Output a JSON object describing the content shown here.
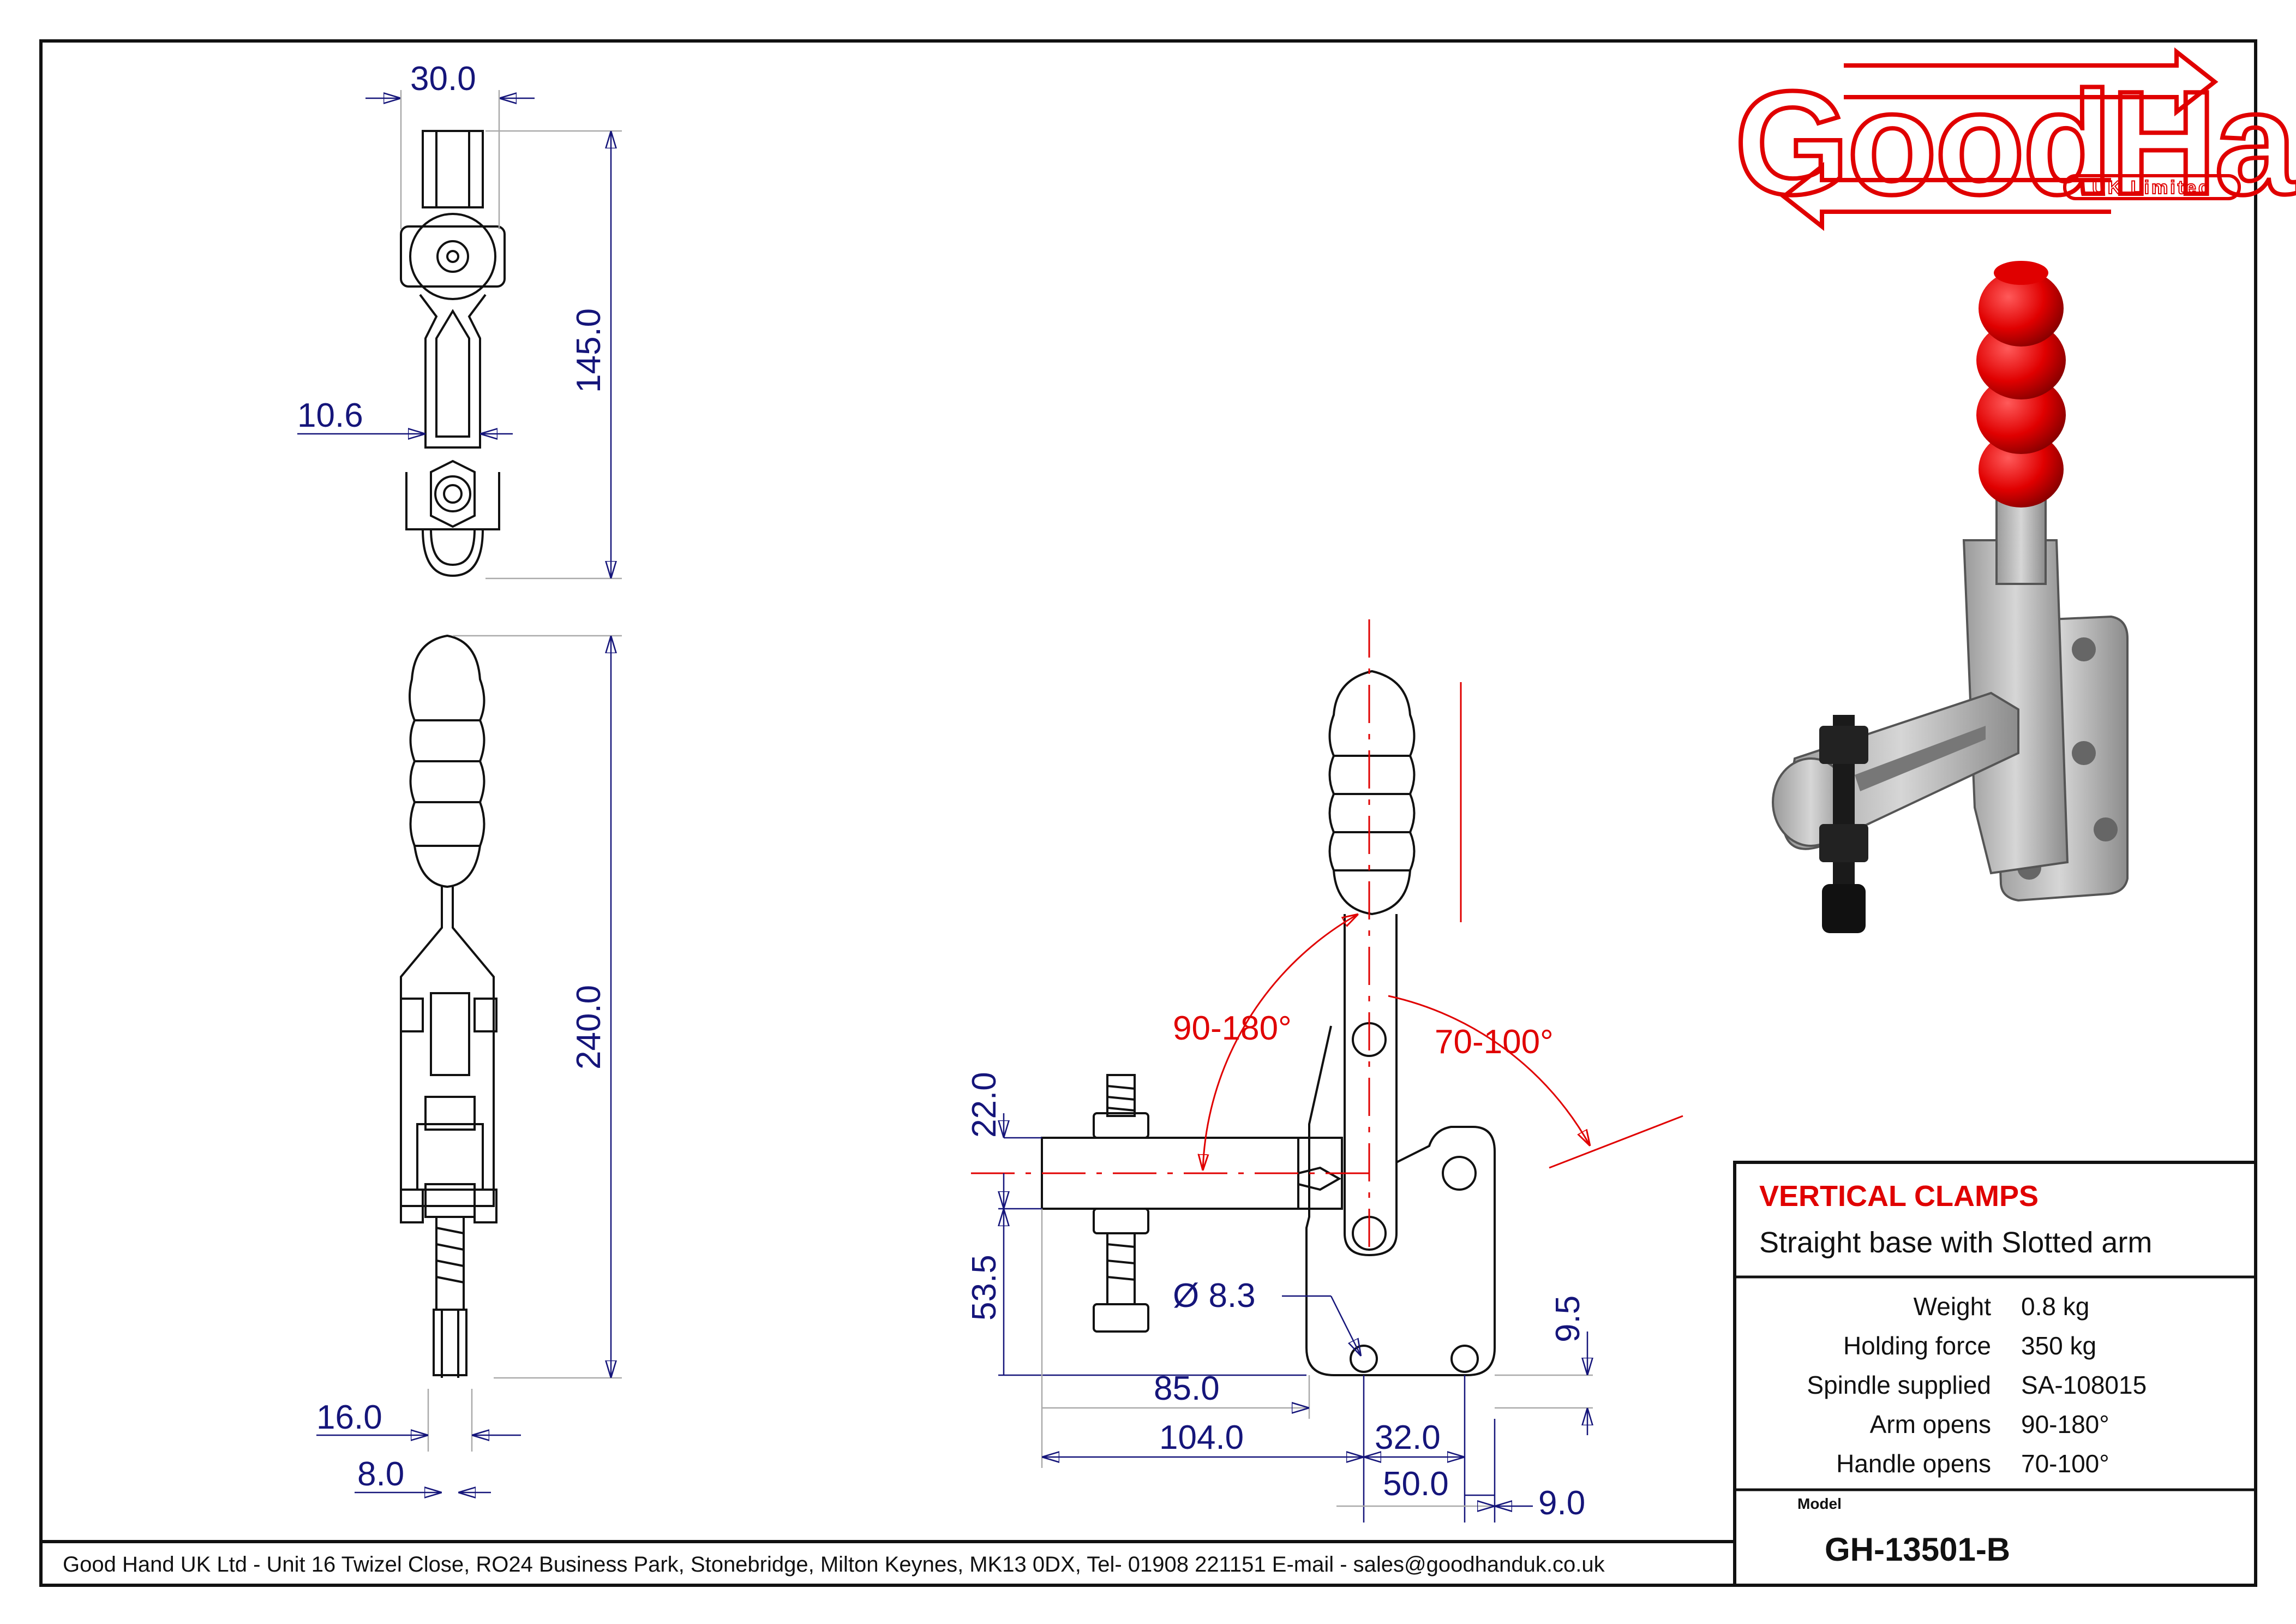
{
  "brand": {
    "name": "GoodHand",
    "sub": "UK Limited",
    "color": "#e00000"
  },
  "colors": {
    "dimension": "#15157a",
    "angle": "#e00000",
    "outline": "#111111",
    "handle": "#e00000"
  },
  "product": {
    "category": "VERTICAL CLAMPS",
    "description": "Straight base with Slotted arm"
  },
  "specs": [
    {
      "label": "Weight",
      "value": "0.8 kg"
    },
    {
      "label": "Holding force",
      "value": "350 kg"
    },
    {
      "label": "Spindle supplied",
      "value": "SA-108015"
    },
    {
      "label": "Arm opens",
      "value": "90-180°"
    },
    {
      "label": "Handle opens",
      "value": "70-100°"
    }
  ],
  "model": {
    "label": "Model",
    "number": "GH-13501-B"
  },
  "footer": "Good Hand UK Ltd  - Unit 16 Twizel Close, RO24 Business Park, Stonebridge, Milton Keynes, MK13 0DX,  Tel- 01908 221151  E-mail - sales@goodhanduk.co.uk",
  "dimensions": {
    "top_width": "30.0",
    "top_height": "145.0",
    "top_slot": "10.6",
    "front_height": "240.0",
    "front_width_a": "16.0",
    "front_width_b": "8.0",
    "side_22": "22.0",
    "side_53": "53.5",
    "side_hole": "Ø 8.3",
    "side_85": "85.0",
    "side_104": "104.0",
    "side_32": "32.0",
    "side_50": "50.0",
    "side_9": "9.0",
    "side_9_5": "9.5",
    "angle_arm": "90-180°",
    "angle_handle": "70-100°"
  }
}
